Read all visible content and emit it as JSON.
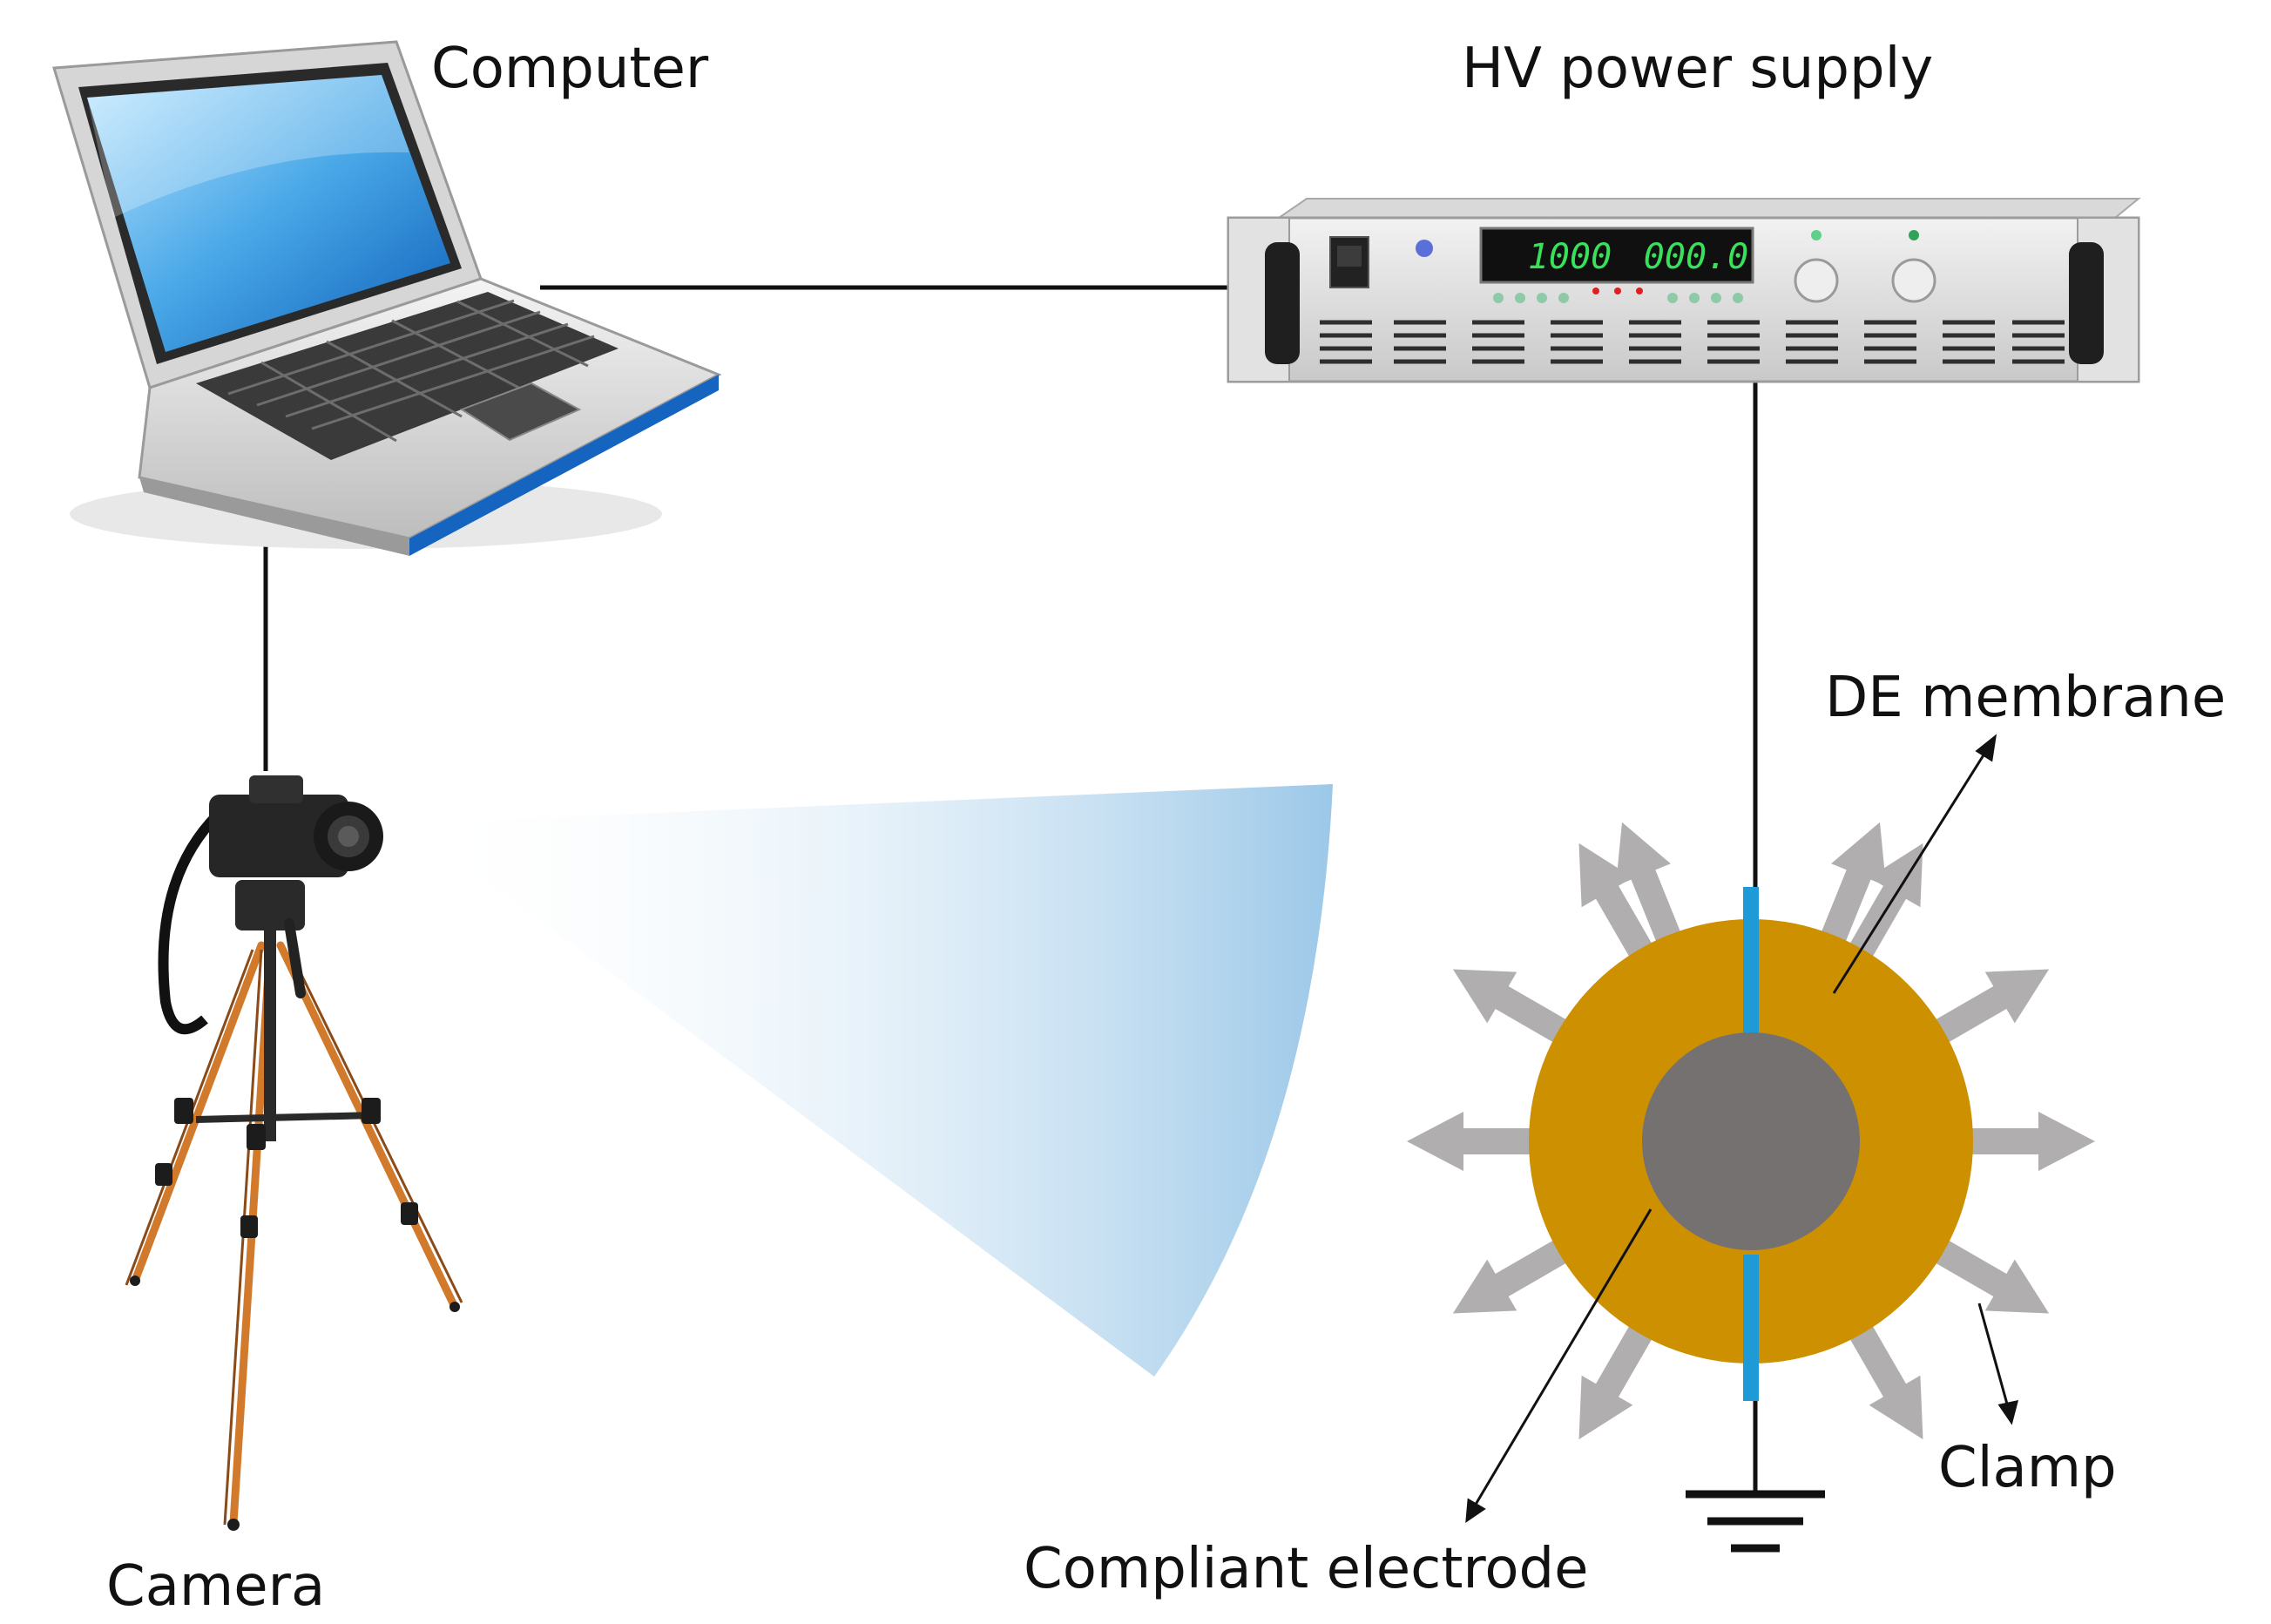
{
  "labels": {
    "computer": "Computer",
    "hv_power_supply": "HV power supply",
    "de_membrane": "DE membrane",
    "camera": "Camera",
    "clamp": "Clamp",
    "compliant_electrode": "Compliant electrode"
  },
  "power_supply_display": {
    "voltage_readout": "1000",
    "current_readout": "000.0"
  },
  "colors": {
    "wire": "#111111",
    "membrane": "#cc9000",
    "electrode": "#767171",
    "electrode_edge": "#1e9bd7",
    "strain_arrows": "#b0aeae",
    "camera_view": "#9cc8e8",
    "display_digits": "#39e05a"
  },
  "icons": {
    "computer": "laptop-icon",
    "power_supply": "rack-power-supply-icon",
    "camera": "camera-on-tripod-icon",
    "ground": "ground-symbol-icon"
  }
}
